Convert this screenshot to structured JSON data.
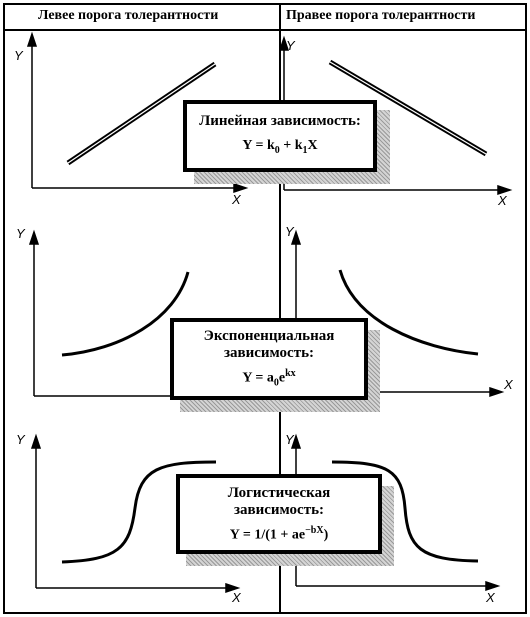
{
  "headers": {
    "left": "Левее порога толерантности",
    "right": "Правее порога толерантности"
  },
  "axes": {
    "y": "Y",
    "x": "X"
  },
  "panels": {
    "linear": {
      "title": "Линейная зависимость:",
      "formula": {
        "lhs": "Y = k",
        "sub0": "0",
        "mid": " + k",
        "sub1": "1",
        "rhs": "X"
      }
    },
    "exponential": {
      "title_line1": "Экспоненциальная",
      "title_line2": "зависимость:",
      "formula": {
        "lhs": "Y = a",
        "sub0": "0",
        "mid": "e",
        "sup": "kx"
      }
    },
    "logistic": {
      "title_line1": "Логистическая",
      "title_line2": "зависимость:",
      "formula": {
        "lhs": "Y = 1/(1 + ae",
        "sup": "−bX",
        "rhs": ")"
      }
    }
  }
}
